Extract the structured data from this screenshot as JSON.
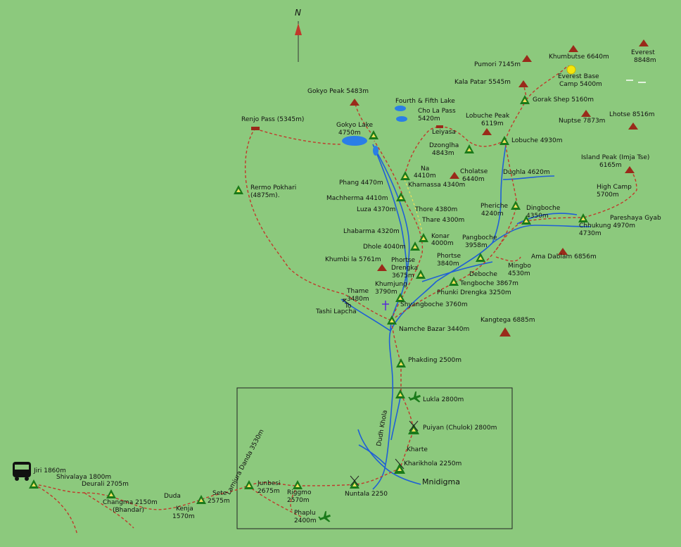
{
  "north": "N",
  "colors": {
    "background": "#8cc97d",
    "river": "#1f5fd6",
    "trail_red": "#c0392b",
    "trail_yellow": "#f1e05a",
    "peak": "#9a2a1a",
    "camp": "#1a7a1a",
    "lake": "#2a7ee6"
  },
  "places": {
    "khumbutse": "Khumbutse 6640m",
    "everest_1": "Everest",
    "everest_2": "8848m",
    "pumori": "Pumori 7145m",
    "ebc_1": "Everest Base",
    "ebc_2": "Camp 5400m",
    "kala_patar": "Kala Patar 5545m",
    "gokyo_peak": "Gokyo Peak 5483m",
    "fourth_fifth_lake": "Fourth & Fifth Lake",
    "cho_la_1": "Cho La Pass",
    "cho_la_2": "5420m",
    "gorak_shep": "Gorak Shep 5160m",
    "lobuche_peak_1": "Lobuche Peak",
    "lobuche_peak_2": "6119m",
    "nuptse": "Nuptse 7873m",
    "lhotse": "Lhotse 8516m",
    "renjo": "Renjo Pass (5345m)",
    "gokyo_lake_1": "Gokyo Lake",
    "gokyo_lake_2": "4750m",
    "leiyasa": "Leiyasa",
    "dzonglha_1": "Dzonglha",
    "dzonglha_2": "4843m",
    "lobuche": "Lobuche 4930m",
    "island_peak_1": "Island Peak (Imja Tse)",
    "island_peak_2": "6165m",
    "na_1": "Na",
    "na_2": "4410m",
    "cholatse_1": "Cholatse",
    "cholatse_2": "6440m",
    "dughla": "Dughla 4620m",
    "phang": "Phang 4470m",
    "kharnassa": "Kharnassa 4340m",
    "high_camp_1": "High Camp",
    "high_camp_2": "5700m",
    "rermo_1": "Rermo Pokhari",
    "rermo_2": "(4875m).",
    "machherma": "Machherma 4410m",
    "pheriche_1": "Pheriche",
    "pheriche_2": "4240m",
    "dingboche_1": "Dingboche",
    "dingboche_2": "4350m",
    "luza": "Luza 4370m",
    "thore": "Thore 4380m",
    "thare": "Thare 4300m",
    "pareshaya": "Pareshaya Gyab",
    "chhukung_1": "Chhukung 4970m",
    "chhukung_2": "4730m",
    "lhabarma": "Lhabarma 4320m",
    "konar_1": "Konar",
    "konar_2": "4000m",
    "pangboche_1": "Pangboche",
    "pangboche_2": "3958m",
    "dhole": "Dhole 4040m",
    "phortse_1": "Phortse",
    "phortse_2": "3840m",
    "ama_dablam": "Ama Dablam 6856m",
    "khumbi_la": "Khumbi la 5761m",
    "phortse_drengka_1": "Phortse",
    "phortse_drengka_2": "Drengka",
    "phortse_drengka_3": "3675m",
    "deboche": "Deboche",
    "mingbo_1": "Mingbo",
    "mingbo_2": "4530m",
    "khumjung_1": "Khumjung",
    "khumjung_2": "3790m",
    "tengboche": "Tengboche 3867m",
    "phunki": "Phunki Drengka 3250m",
    "thame_1": "Thame",
    "thame_2": "3480m",
    "shyangboche": "Shyangboche 3760m",
    "to_1": "To",
    "to_2": "Tashi Lapcha",
    "kangtega": "Kangtega 6885m",
    "namche": "Namche Bazar 3440m",
    "phakding": "Phakding 2500m",
    "lukla": "Lukla 2800m",
    "puiyan": "Puiyan (Chulok) 2800m",
    "dudh_khola": "Dudh Khola",
    "lamjura": "Lamjura Danda 3530m",
    "kharte": "Kharte",
    "kharikhola": "Kharikhola 2250m",
    "mnidigma": "Mnidigma",
    "jiri": "Jiri 1860m",
    "shivalaya": "Shivalaya 1800m",
    "deurali": "Deurali 2705m",
    "changma_1": "Changma 2150m",
    "changma_2": "(Bhandar)",
    "duda": "Duda",
    "kenja_1": "Kenja",
    "kenja_2": "1570m",
    "sete_1": "Sete",
    "sete_2": "2575m",
    "junbesi_1": "Junbesi",
    "junbesi_2": "2675m",
    "riggmo_1": "Riggmo",
    "riggmo_2": "2570m",
    "nuntala": "Nuntala 2250",
    "phaplu_1": "Phaplu",
    "phaplu_2": "2400m"
  },
  "icons": {
    "peak": "mountain-peak-icon",
    "camp": "camp-triangle-icon",
    "airport": "airplane-icon",
    "bus": "bus-icon",
    "sun": "sun-icon",
    "monastery": "monastery-cross-icon",
    "pass_tent": "tent-icon"
  }
}
